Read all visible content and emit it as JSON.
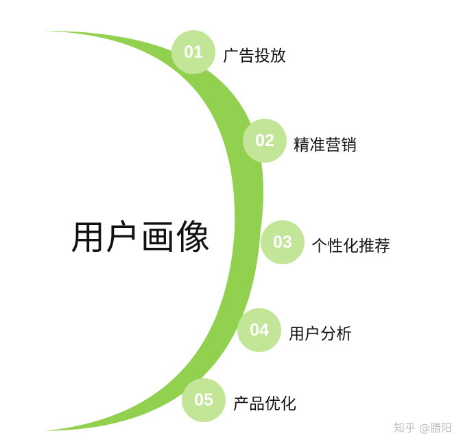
{
  "title": "用户画像",
  "colors": {
    "arc": "#92d050",
    "badge": "#c3e597",
    "badge_text": "#ffffff",
    "text": "#111111"
  },
  "items": [
    {
      "number": "01",
      "label": "广告投放"
    },
    {
      "number": "02",
      "label": "精准营销"
    },
    {
      "number": "03",
      "label": "个性化推荐"
    },
    {
      "number": "04",
      "label": "用户分析"
    },
    {
      "number": "05",
      "label": "产品优化"
    }
  ],
  "watermark": "知乎 @腊阳"
}
